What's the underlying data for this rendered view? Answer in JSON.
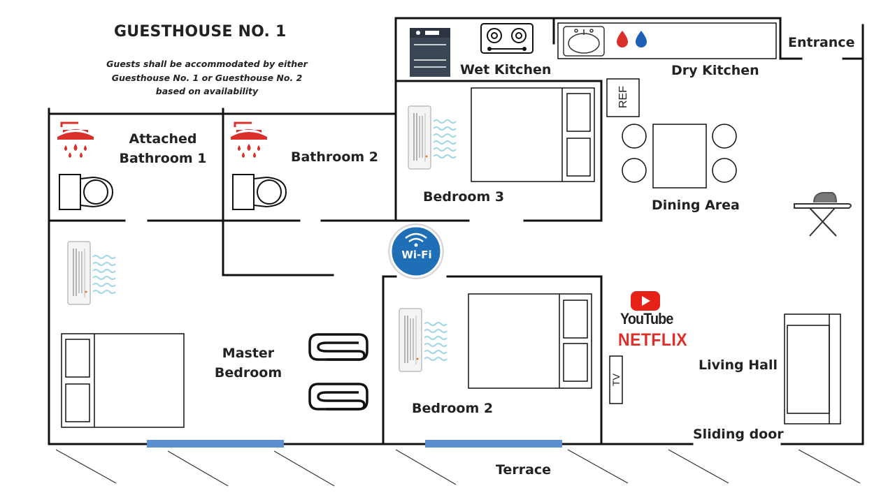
{
  "title": "GUESTHOUSE NO. 1",
  "note_lines": [
    "Guests shall be accommodated by either",
    "Guesthouse No. 1 or Guesthouse No. 2",
    "based on availability"
  ],
  "rooms": {
    "wet_kitchen": "Wet Kitchen",
    "dry_kitchen": "Dry Kitchen",
    "entrance": "Entrance",
    "attached_bathroom": [
      "Attached",
      "Bathroom 1"
    ],
    "bathroom_2": "Bathroom 2",
    "bedroom_3": "Bedroom 3",
    "dining_area": "Dining Area",
    "master_bedroom": [
      "Master",
      "Bedroom"
    ],
    "bedroom_2": "Bedroom 2",
    "living_hall": "Living Hall",
    "sliding_door": "Sliding door",
    "terrace": "Terrace"
  },
  "labels": {
    "ref": "REF",
    "tv": "TV",
    "wifi": "Wi-Fi",
    "youtube": "YouTube",
    "netflix": "NETFLIX"
  },
  "colors": {
    "wall": "#111111",
    "window": "#5b8fcf",
    "shower_red": "#d9302b",
    "wifi_blue": "#1f6fb7",
    "netflix_red": "#e02d27",
    "youtube_red": "#e62117",
    "ac_wave": "#9fd8e4"
  }
}
